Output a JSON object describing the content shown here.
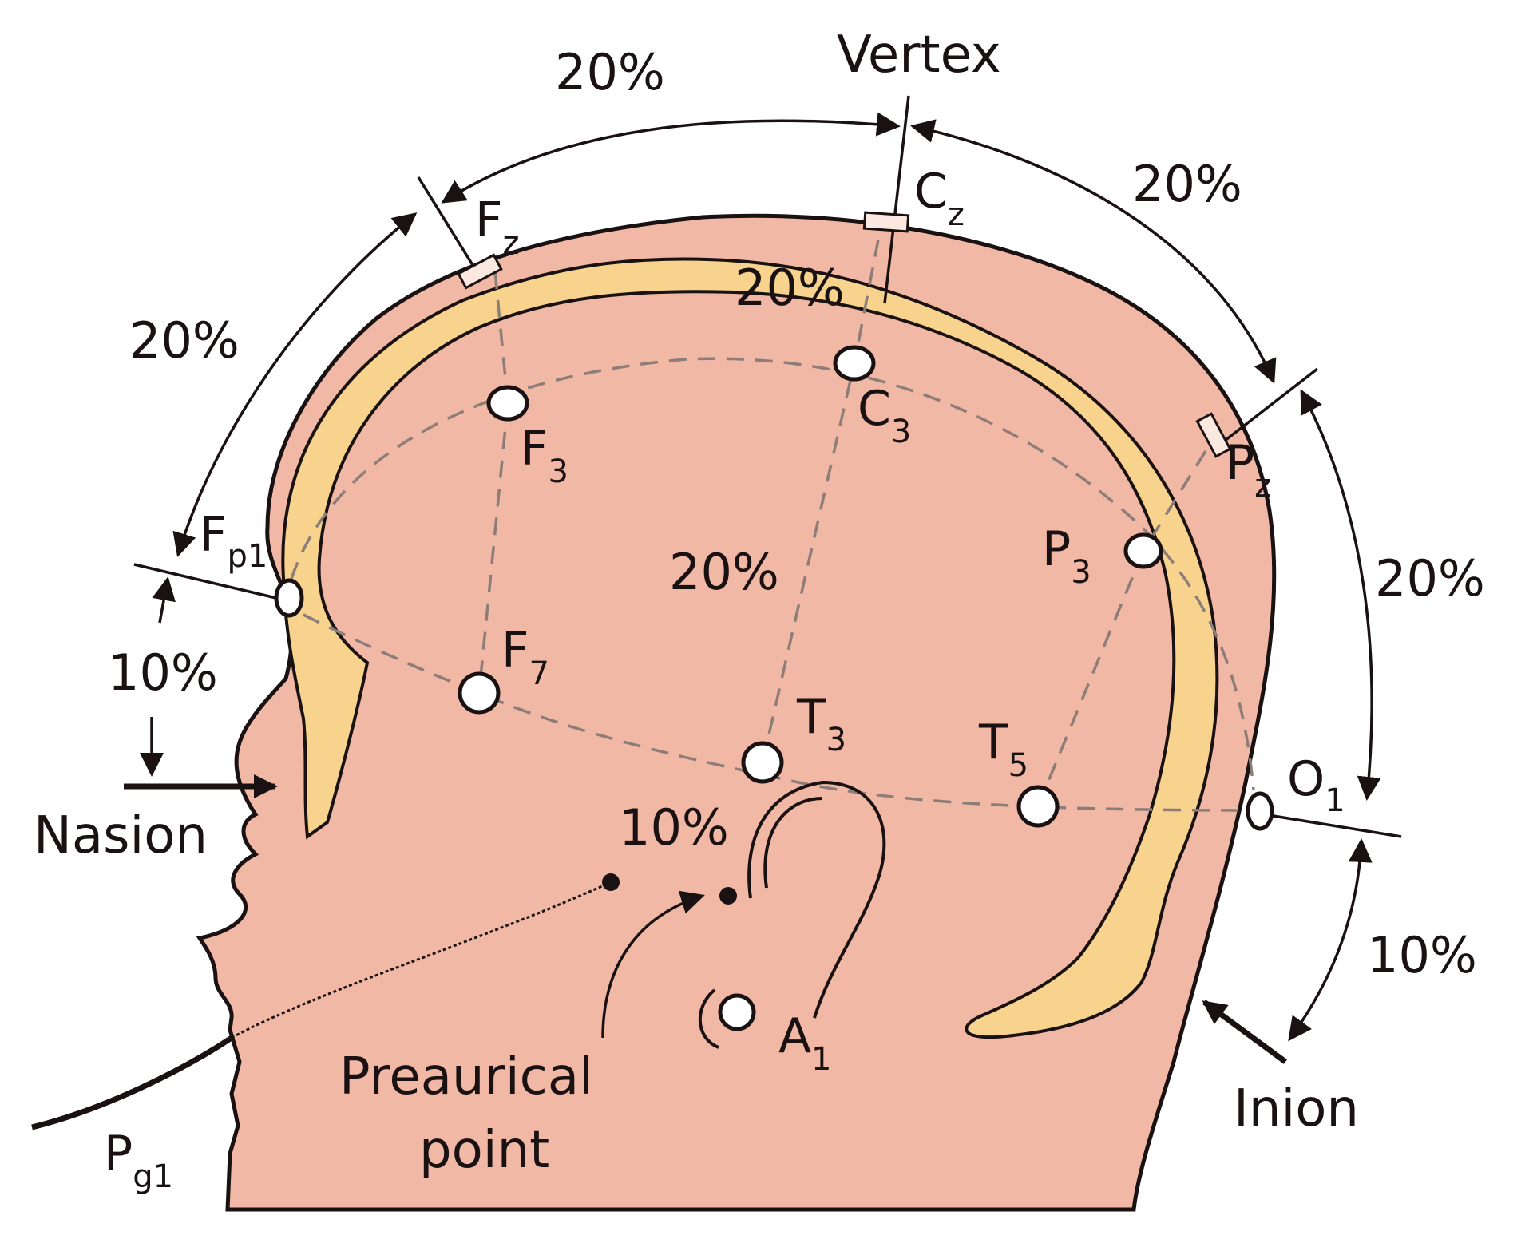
{
  "colors": {
    "skin": "#f2b8a6",
    "bone": "#f8d38e",
    "electrode": "#ffffff",
    "outline": "#1a1212",
    "dashed_line": "#8d7d79"
  },
  "labels": {
    "vertex": "Vertex",
    "nasion": "Nasion",
    "inion": "Inion",
    "preaurical_line1": "Preaurical",
    "preaurical_line2": "point"
  },
  "electrodes": [
    {
      "id": "fz",
      "letter": "F",
      "sub": "z"
    },
    {
      "id": "cz",
      "letter": "C",
      "sub": "z"
    },
    {
      "id": "pz",
      "letter": "P",
      "sub": "z"
    },
    {
      "id": "fp1",
      "letter": "F",
      "sub": "p1"
    },
    {
      "id": "f3",
      "letter": "F",
      "sub": "3"
    },
    {
      "id": "c3",
      "letter": "C",
      "sub": "3"
    },
    {
      "id": "p3",
      "letter": "P",
      "sub": "3"
    },
    {
      "id": "f7",
      "letter": "F",
      "sub": "7"
    },
    {
      "id": "t3",
      "letter": "T",
      "sub": "3"
    },
    {
      "id": "t5",
      "letter": "T",
      "sub": "5"
    },
    {
      "id": "o1",
      "letter": "O",
      "sub": "1"
    },
    {
      "id": "a1",
      "letter": "A",
      "sub": "1"
    },
    {
      "id": "pg1",
      "letter": "P",
      "sub": "g1"
    }
  ],
  "percentages": {
    "top_left": "20%",
    "right_upper": "20%",
    "left_upper": "20%",
    "center_top": "20%",
    "center_mid": "20%",
    "right_mid": "20%",
    "left_lower": "10%",
    "ear": "10%",
    "right_lower": "10%"
  }
}
